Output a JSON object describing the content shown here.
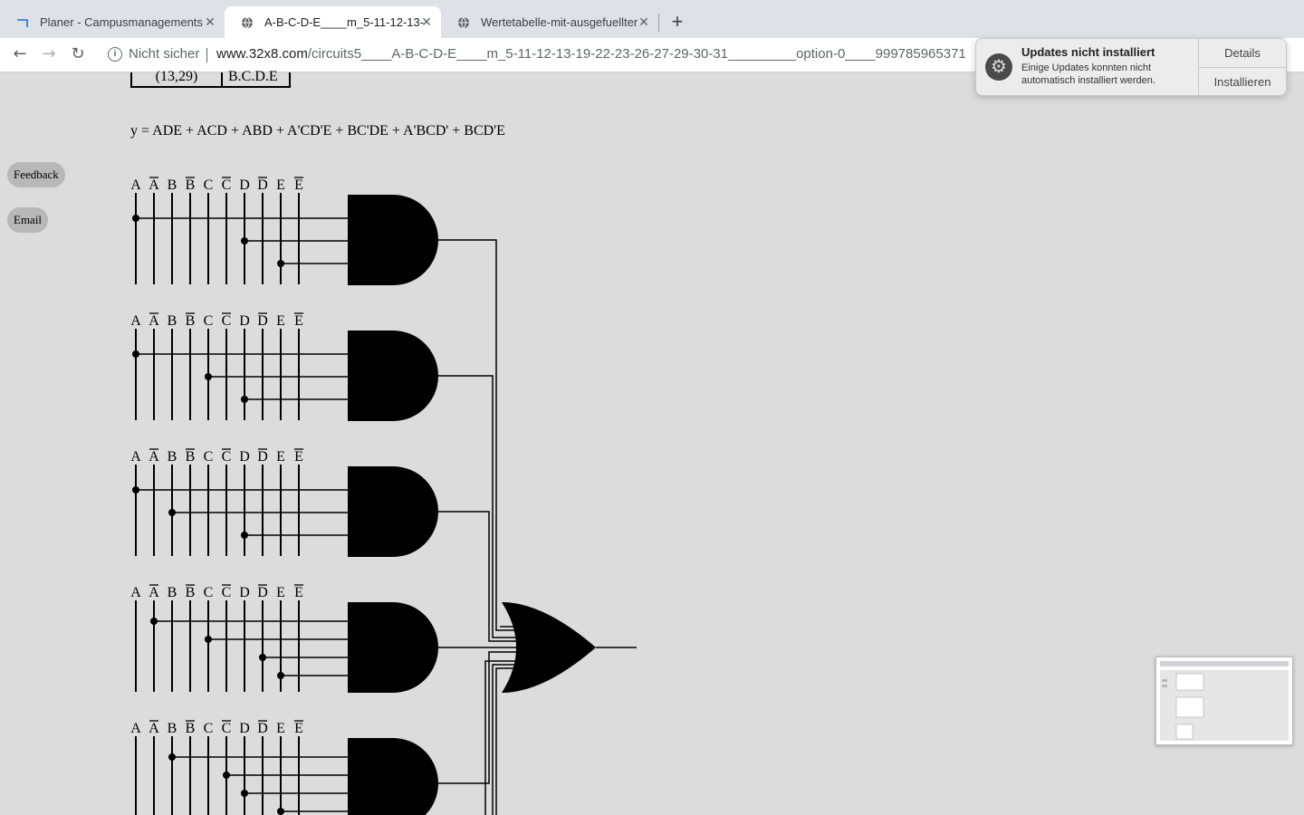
{
  "tabs": [
    {
      "label": "Planer - Campusmanagements",
      "active": false,
      "icon": "campus-logo-icon"
    },
    {
      "label": "A-B-C-D-E____m_5-11-12-13-",
      "active": true,
      "icon": "globe-icon"
    },
    {
      "label": "Wertetabelle-mit-ausgefuellter",
      "active": false,
      "icon": "globe-icon"
    }
  ],
  "toolbar": {
    "security_label": "Nicht sicher",
    "url_host": "www.32x8.com",
    "url_path": "/circuits5____A-B-C-D-E____m_5-11-12-13-19-22-23-26-27-29-30-31_________option-0____999785965371"
  },
  "side_buttons": {
    "feedback": "Feedback",
    "email": "Email"
  },
  "table_row": {
    "term": "(13,29)",
    "product": "B.C.D.E"
  },
  "equation": "y = ADE + ACD + ABD + A'CD'E + BC'DE + A'BCD' + BCD'E",
  "input_labels": [
    "A",
    "A",
    "B",
    "B",
    "C",
    "C",
    "D",
    "D",
    "E",
    "E"
  ],
  "input_negated": [
    false,
    true,
    false,
    true,
    false,
    true,
    false,
    true,
    false,
    true
  ],
  "gates": [
    {
      "taps": [
        0,
        6,
        8
      ]
    },
    {
      "taps": [
        0,
        4,
        6
      ]
    },
    {
      "taps": [
        0,
        2,
        6
      ]
    },
    {
      "taps": [
        1,
        4,
        7,
        8
      ]
    },
    {
      "taps": [
        2,
        5,
        6,
        8
      ]
    }
  ],
  "notification": {
    "title": "Updates nicht installiert",
    "body": "Einige Updates konnten nicht automatisch installiert werden.",
    "details_label": "Details",
    "install_label": "Installieren",
    "icon": "system-preferences-icon"
  },
  "thumbnail": {
    "icon": "screenshot-thumbnail"
  }
}
